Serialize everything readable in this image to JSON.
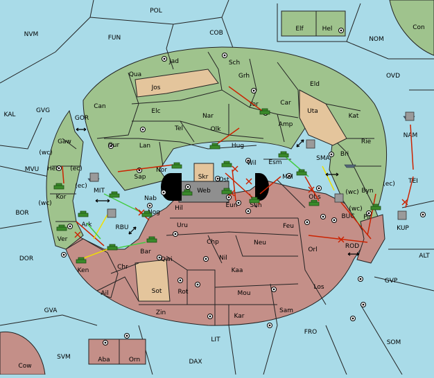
{
  "colors": {
    "sea": "#a9dbe8",
    "green_power": "#9fc38d",
    "red_power": "#c48f88",
    "neutral": "#e4c59c",
    "impassable": "#8f8f8f",
    "move_arrow": "#cc2200",
    "support_arrow": "#f0e000",
    "convoy_arrow": "#44cc44"
  },
  "labels": {
    "sea": [
      {
        "id": "pol",
        "text": "POL"
      },
      {
        "id": "nvm",
        "text": "NVM"
      },
      {
        "id": "fun",
        "text": "FUN"
      },
      {
        "id": "cob",
        "text": "COB"
      },
      {
        "id": "nom",
        "text": "NOM"
      },
      {
        "id": "ovd",
        "text": "OVD"
      },
      {
        "id": "kal",
        "text": "KAL"
      },
      {
        "id": "gvg",
        "text": "GVG"
      },
      {
        "id": "mvu",
        "text": "MVU"
      },
      {
        "id": "bor",
        "text": "BOR"
      },
      {
        "id": "dor",
        "text": "DOR"
      },
      {
        "id": "gva",
        "text": "GVA"
      },
      {
        "id": "svm",
        "text": "SVM"
      },
      {
        "id": "lit",
        "text": "LIT"
      },
      {
        "id": "dax",
        "text": "DAX"
      },
      {
        "id": "fro",
        "text": "FRO"
      },
      {
        "id": "som",
        "text": "SOM"
      },
      {
        "id": "gvp",
        "text": "GVP"
      },
      {
        "id": "alt",
        "text": "ALT"
      },
      {
        "id": "gor",
        "text": "GOR"
      },
      {
        "id": "mit",
        "text": "MIT"
      },
      {
        "id": "rbu",
        "text": "RBU"
      },
      {
        "id": "sma",
        "text": "SMA"
      },
      {
        "id": "buc",
        "text": "BUC"
      },
      {
        "id": "rod",
        "text": "ROD"
      },
      {
        "id": "nam",
        "text": "NAM"
      },
      {
        "id": "tei",
        "text": "TEI"
      }
    ],
    "land": [
      {
        "id": "elf",
        "text": "Elf"
      },
      {
        "id": "hel",
        "text": "Hel"
      },
      {
        "id": "con",
        "text": "Con"
      },
      {
        "id": "jad",
        "text": "Jad"
      },
      {
        "id": "sch",
        "text": "Sch"
      },
      {
        "id": "qua",
        "text": "Qua"
      },
      {
        "id": "jos",
        "text": "Jos"
      },
      {
        "id": "grh",
        "text": "Grh"
      },
      {
        "id": "eld",
        "text": "Eld"
      },
      {
        "id": "can",
        "text": "Can"
      },
      {
        "id": "elc",
        "text": "Elc"
      },
      {
        "id": "nar",
        "text": "Nar"
      },
      {
        "id": "yor",
        "text": "Yor"
      },
      {
        "id": "car",
        "text": "Car"
      },
      {
        "id": "uta",
        "text": "Uta"
      },
      {
        "id": "kat",
        "text": "Kat"
      },
      {
        "id": "tel",
        "text": "Tel"
      },
      {
        "id": "olk",
        "text": "Olk"
      },
      {
        "id": "amp",
        "text": "Amp"
      },
      {
        "id": "gur",
        "text": "Gur"
      },
      {
        "id": "lan",
        "text": "Lan"
      },
      {
        "id": "hug",
        "text": "Hug"
      },
      {
        "id": "rie",
        "text": "Rie"
      },
      {
        "id": "gaw",
        "text": "Gaw"
      },
      {
        "id": "bri",
        "text": "Bri"
      },
      {
        "id": "her",
        "text": "Her"
      },
      {
        "id": "wil",
        "text": "Wil"
      },
      {
        "id": "esm",
        "text": "Esm"
      },
      {
        "id": "nor",
        "text": "Nor"
      },
      {
        "id": "skr",
        "text": "Skr"
      },
      {
        "id": "sap",
        "text": "Sap"
      },
      {
        "id": "ost",
        "text": "Ost"
      },
      {
        "id": "mel",
        "text": "Mel"
      },
      {
        "id": "web",
        "text": "Web"
      },
      {
        "id": "kor",
        "text": "Kor"
      },
      {
        "id": "byn",
        "text": "Byn"
      },
      {
        "id": "nab",
        "text": "Nab"
      },
      {
        "id": "eun",
        "text": "Eun"
      },
      {
        "id": "sun",
        "text": "Sun"
      },
      {
        "id": "obs",
        "text": "Obs"
      },
      {
        "id": "hil",
        "text": "Hil"
      },
      {
        "id": "nog",
        "text": "Nog"
      },
      {
        "id": "pir",
        "text": "Pir"
      },
      {
        "id": "ark",
        "text": "Ark"
      },
      {
        "id": "uru",
        "text": "Uru"
      },
      {
        "id": "feu",
        "text": "Feu"
      },
      {
        "id": "kup",
        "text": "KUP"
      },
      {
        "id": "ver",
        "text": "Ver"
      },
      {
        "id": "chp",
        "text": "Chp"
      },
      {
        "id": "neu",
        "text": "Neu"
      },
      {
        "id": "orl",
        "text": "Orl"
      },
      {
        "id": "bar",
        "text": "Bar"
      },
      {
        "id": "qwi",
        "text": "Qwi"
      },
      {
        "id": "nil",
        "text": "Nil"
      },
      {
        "id": "ken",
        "text": "Ken"
      },
      {
        "id": "chr",
        "text": "Chr"
      },
      {
        "id": "kaa",
        "text": "Kaa"
      },
      {
        "id": "los",
        "text": "Los"
      },
      {
        "id": "ail",
        "text": "Ail"
      },
      {
        "id": "sot",
        "text": "Sot"
      },
      {
        "id": "rot",
        "text": "Rot"
      },
      {
        "id": "mou",
        "text": "Mou"
      },
      {
        "id": "zin",
        "text": "Zin"
      },
      {
        "id": "kar",
        "text": "Kar"
      },
      {
        "id": "sam",
        "text": "Sam"
      },
      {
        "id": "aba",
        "text": "Aba"
      },
      {
        "id": "orn",
        "text": "Orn"
      },
      {
        "id": "cow",
        "text": "Cow"
      }
    ],
    "coasts": [
      {
        "id": "her_wc",
        "text": "(wc)"
      },
      {
        "id": "her_ec",
        "text": "(ec)"
      },
      {
        "id": "kor_ec",
        "text": "(ec)"
      },
      {
        "id": "kor_wc",
        "text": "(wc)"
      },
      {
        "id": "byn_wc",
        "text": "(wc)"
      },
      {
        "id": "byn_ec",
        "text": "(ec)"
      },
      {
        "id": "pir_wc",
        "text": "(wc)"
      }
    ]
  }
}
